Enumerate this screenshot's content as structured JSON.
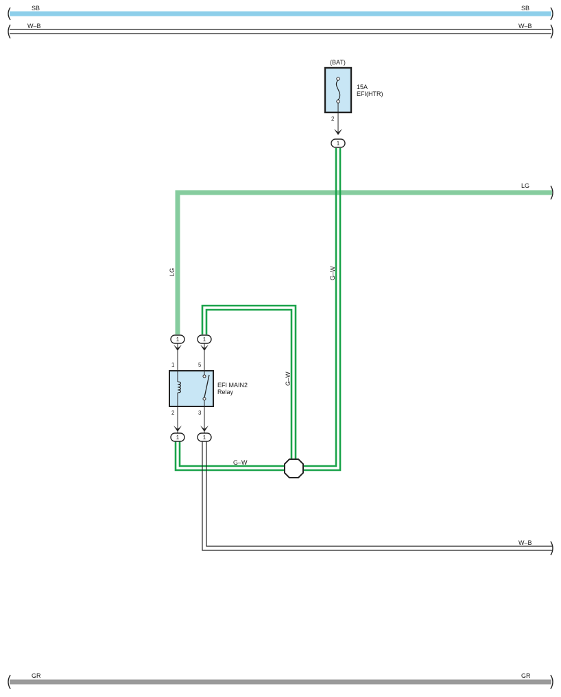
{
  "wires": {
    "sb": {
      "left_label": "SB",
      "right_label": "SB",
      "color": "#8ecfea"
    },
    "wb_top": {
      "left_label": "W–B",
      "right_label": "W–B"
    },
    "lg": {
      "label_vertical": "LG",
      "label_right": "LG",
      "color": "#86cc9e"
    },
    "gw": {
      "label_vertical_right": "G–W",
      "label_vertical_mid": "G–W",
      "label_bottom": "G–W",
      "color": "#1aa34a"
    },
    "wb_mid": {
      "right_label": "W–B"
    },
    "gr": {
      "left_label": "GR",
      "right_label": "GR",
      "color": "#9a9a9a"
    }
  },
  "fuse": {
    "source": "(BAT)",
    "rating": "15A",
    "name": "EFI(HTR)",
    "pin": "2",
    "connector": "1",
    "fill": "#c8e6f5"
  },
  "relay": {
    "name_line1": "EFI MAIN2",
    "name_line2": "Relay",
    "pins": {
      "p1": "1",
      "p5": "5",
      "p2": "2",
      "p3": "3"
    },
    "connectors": {
      "c1": "1",
      "c5": "1",
      "c2": "1",
      "c3": "1"
    },
    "fill": "#c8e6f5"
  }
}
